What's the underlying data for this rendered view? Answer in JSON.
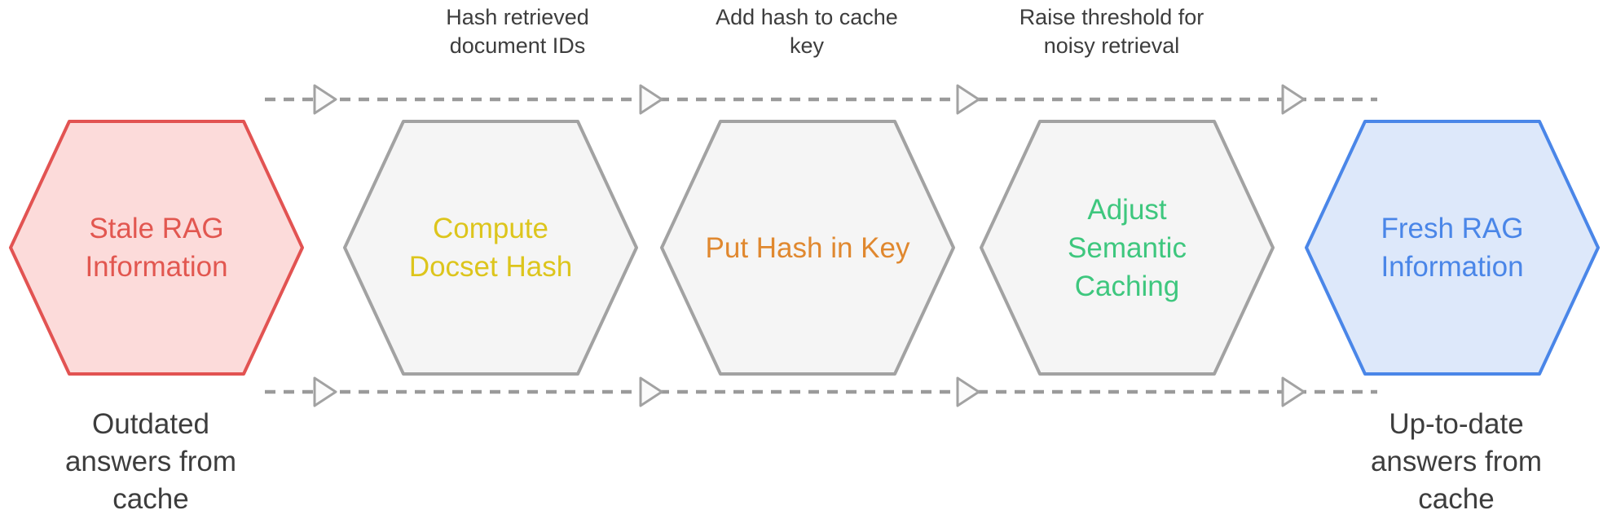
{
  "diagram": {
    "direction": "left-to-right",
    "nodes": [
      {
        "label": "Stale RAG\nInformation",
        "fill": "#fcdbda",
        "stroke": "#e25352",
        "text_color": "#e25750"
      },
      {
        "label": "Compute\nDocset Hash",
        "fill": "#f5f5f5",
        "stroke": "#a2a2a2",
        "text_color": "#ddc51c"
      },
      {
        "label": "Put Hash in Key",
        "fill": "#f5f5f5",
        "stroke": "#a2a2a2",
        "text_color": "#e0882f"
      },
      {
        "label": "Adjust\nSemantic\nCaching",
        "fill": "#f5f5f5",
        "stroke": "#a2a2a2",
        "text_color": "#3ec77e"
      },
      {
        "label": "Fresh RAG\nInformation",
        "fill": "#dde8fa",
        "stroke": "#4a86e8",
        "text_color": "#4a86e8"
      }
    ],
    "top_labels": [
      {
        "text": "Hash retrieved\ndocument IDs"
      },
      {
        "text": "Add hash to cache\nkey"
      },
      {
        "text": "Raise threshold for\nnoisy retrieval"
      }
    ],
    "bottom_labels": [
      {
        "text": "Outdated\nanswers from\ncache"
      },
      {
        "text": "Up-to-date\nanswers from\ncache"
      }
    ],
    "colors": {
      "flow_line": "#9a9a9a",
      "arrowhead_fill": "#fbfbfb",
      "arrowhead_stroke": "#a2a2a2",
      "note_text": "#3d3d3d",
      "background": "#ffffff"
    }
  }
}
